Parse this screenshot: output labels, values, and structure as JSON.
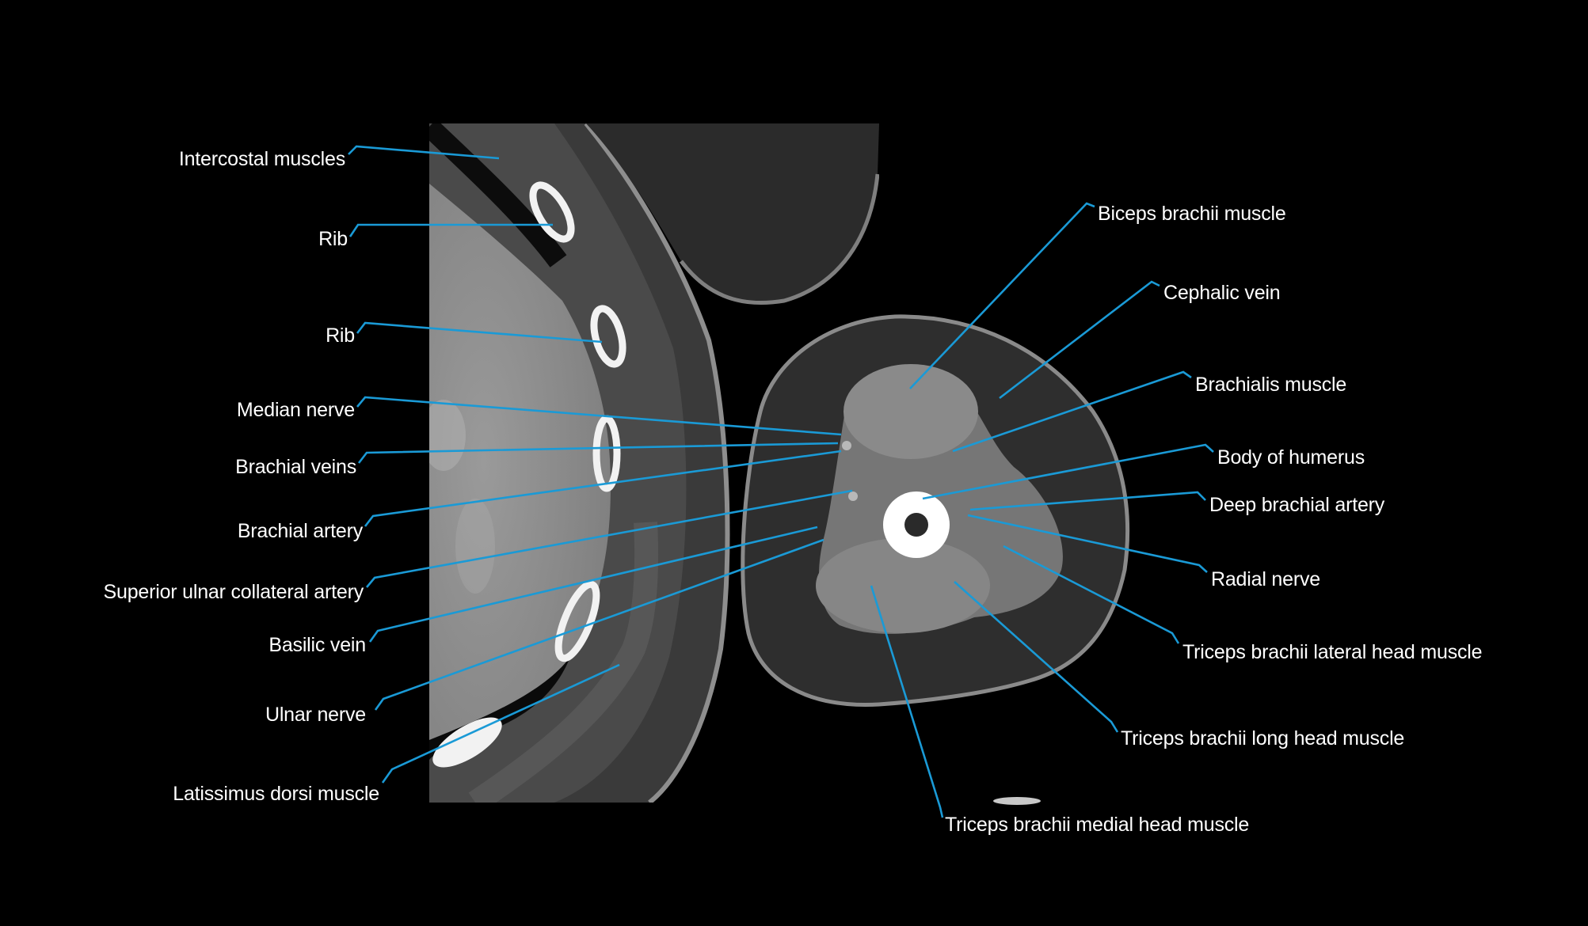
{
  "figure": {
    "title": "Axial CT of upper arm and chest wall (anatomy labels)",
    "background": "#000000",
    "line_color": "#1a9ad6",
    "text_color": "#ffffff"
  },
  "labels_left": [
    {
      "id": "intercostal-muscles",
      "text": "Intercostal muscles"
    },
    {
      "id": "rib-1",
      "text": "Rib"
    },
    {
      "id": "rib-2",
      "text": "Rib"
    },
    {
      "id": "median-nerve",
      "text": "Median nerve"
    },
    {
      "id": "brachial-veins",
      "text": "Brachial veins"
    },
    {
      "id": "brachial-artery",
      "text": "Brachial artery"
    },
    {
      "id": "superior-ulnar-collateral-artery",
      "text": "Superior ulnar collateral artery"
    },
    {
      "id": "basilic-vein",
      "text": "Basilic vein"
    },
    {
      "id": "ulnar-nerve",
      "text": "Ulnar nerve"
    },
    {
      "id": "latissimus-dorsi-muscle",
      "text": "Latissimus dorsi muscle"
    }
  ],
  "labels_right": [
    {
      "id": "biceps-brachii-muscle",
      "text": "Biceps brachii muscle"
    },
    {
      "id": "cephalic-vein",
      "text": "Cephalic vein"
    },
    {
      "id": "brachialis-muscle",
      "text": "Brachialis muscle"
    },
    {
      "id": "body-of-humerus",
      "text": "Body of humerus"
    },
    {
      "id": "deep-brachial-artery",
      "text": "Deep brachial artery"
    },
    {
      "id": "radial-nerve",
      "text": "Radial nerve"
    },
    {
      "id": "triceps-lateral-head",
      "text": "Triceps brachii lateral head muscle"
    },
    {
      "id": "triceps-long-head",
      "text": "Triceps brachii long head muscle"
    },
    {
      "id": "triceps-medial-head",
      "text": "Triceps brachii medial head muscle"
    }
  ]
}
